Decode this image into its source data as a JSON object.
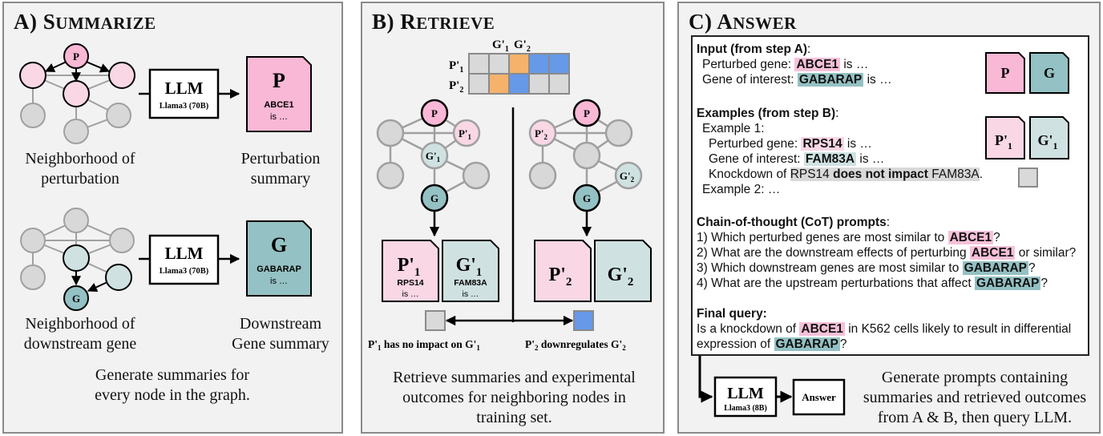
{
  "panels": {
    "a": {
      "title_letter": "A)",
      "title_first": "S",
      "title_rest": "UMMARIZE",
      "graph1_node_label": "P",
      "graph2_node_label": "G",
      "llm1": {
        "name": "LLM",
        "model": "Llama3 (70B)"
      },
      "llm2": {
        "name": "LLM",
        "model": "Llama3 (70B)"
      },
      "doc1": {
        "letter": "P",
        "gene": "ABCE1",
        "text": "is …"
      },
      "doc2": {
        "letter": "G",
        "gene": "GABARAP",
        "text": "is …"
      },
      "label_neigh_pert_1": "Neighborhood of",
      "label_neigh_pert_2": "perturbation",
      "label_pert_sum_1": "Perturbation",
      "label_pert_sum_2": "summary",
      "label_neigh_down_1": "Neighborhood of",
      "label_neigh_down_2": "downstream gene",
      "label_down_sum_1": "Downstream",
      "label_down_sum_2": "Gene summary",
      "caption_1": "Generate summaries for",
      "caption_2": "every node in the graph."
    },
    "b": {
      "title_letter": "B)",
      "title_first": "R",
      "title_rest": "ETRIEVE",
      "matrix": {
        "col_labels": [
          "G'",
          "1",
          "G'",
          "2"
        ],
        "row_labels": [
          "P'",
          "1",
          "P'",
          "2"
        ],
        "rows": [
          [
            "none",
            "none",
            "up",
            "down",
            "down"
          ],
          [
            "none",
            "up",
            "down",
            "none",
            "none"
          ]
        ]
      },
      "left_graph": {
        "p": "P",
        "p1": "P'",
        "p1_sub": "1",
        "g1": "G'",
        "g1_sub": "1",
        "g": "G"
      },
      "right_graph": {
        "p": "P",
        "p2": "P'",
        "p2_sub": "2",
        "g2": "G'",
        "g2_sub": "2",
        "g": "G"
      },
      "docs": {
        "p1": {
          "letter": "P'",
          "sub": "1",
          "gene": "RPS14",
          "text": "is …"
        },
        "g1": {
          "letter": "G'",
          "sub": "1",
          "gene": "FAM83A",
          "text": "is …"
        },
        "p2": {
          "letter": "P'",
          "sub": "2"
        },
        "g2": {
          "letter": "G'",
          "sub": "2"
        }
      },
      "outcome_left": {
        "a": "P'",
        "a_sub": "1",
        "mid": " has no impact on ",
        "b": "G'",
        "b_sub": "1"
      },
      "outcome_right": {
        "a": "P'",
        "a_sub": "2",
        "mid": " downregulates ",
        "b": "G'",
        "b_sub": "2"
      },
      "caption_1": "Retrieve summaries and experimental",
      "caption_2": "outcomes for neighboring nodes in",
      "caption_3": "training set."
    },
    "c": {
      "title_letter": "C)",
      "title_first": "A",
      "title_rest": "NSWER",
      "input": {
        "heading": "Input (from step A)",
        "colon": ":",
        "pert_prefix": "Perturbed gene: ",
        "pert_gene": "ABCE1",
        "pert_suffix": " is …",
        "goi_prefix": "Gene of interest: ",
        "goi_gene": "GABARAP",
        "goi_suffix": " is …"
      },
      "examples": {
        "heading": "Examples (from step B)",
        "colon": ":",
        "ex1": "Example 1:",
        "pert_prefix": "Perturbed gene: ",
        "pert_gene": "RPS14",
        "pert_suffix": " is …",
        "goi_prefix": "Gene of interest: ",
        "goi_gene": "FAM83A",
        "goi_suffix": " is …",
        "kd_prefix": "Knockdown of ",
        "kd_a": "RPS14 ",
        "kd_bold": "does not impact",
        "kd_b": " FAM83A",
        "kd_end": ".",
        "ex2": "Example 2: …"
      },
      "cot": {
        "heading": "Chain-of-thought (CoT) prompts",
        "colon": ":",
        "q1_pre": "1) Which perturbed genes are most similar to ",
        "q1_gene": "ABCE1",
        "q1_post": "?",
        "q2_pre": "2) What are the downstream effects of perturbing ",
        "q2_gene": "ABCE1",
        "q2_post": " or similar?",
        "q3_pre": "3) Which downstream genes are most similar to ",
        "q3_gene": "GABARAP",
        "q3_post": "?",
        "q4_pre": "4) What are the upstream perturbations that affect ",
        "q4_gene": "GABARAP",
        "q4_post": "?"
      },
      "final": {
        "heading": "Final query:",
        "l1_pre": "Is a knockdown of ",
        "l1_gene": "ABCE1",
        "l1_post": " in K562 cells likely to result in differential",
        "l2_pre": "expression of ",
        "l2_gene": "GABARAP",
        "l2_post": "?"
      },
      "docs": {
        "p": "P",
        "g": "G",
        "p1": "P'",
        "p1_sub": "1",
        "g1": "G'",
        "g1_sub": "1"
      },
      "llm": {
        "name": "LLM",
        "model": "Llama3 (8B)"
      },
      "answer_label": "Answer",
      "caption_1": "Generate prompts containing",
      "caption_2": "summaries and retrieved outcomes",
      "caption_3": "from A & B, then query LLM."
    }
  },
  "colors": {
    "pink_strong": "#f9b8d5",
    "pink_light": "#f9d7e5",
    "teal_strong": "#94c1c3",
    "teal_light": "#cfe2e1",
    "grey_node": "#d8d8d8",
    "grey_edge": "#a0a0a0",
    "orange": "#f5b26b",
    "blue": "#6699e8",
    "none": "#d9d9d9"
  }
}
